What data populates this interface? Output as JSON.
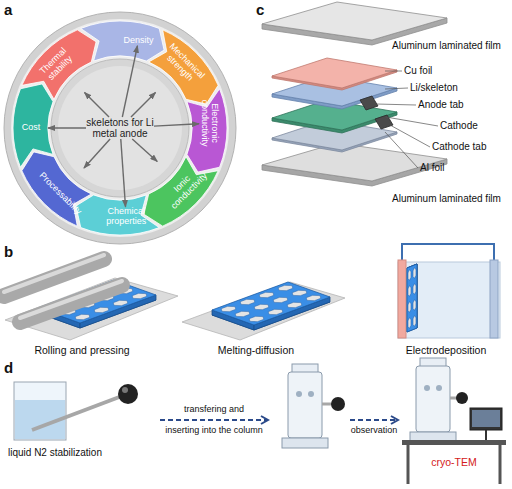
{
  "diagram": {
    "nodes": [
      {
        "text": [
          "skeletons for Li metal anode"
        ]
      },
      {
        "text": [
          "Density"
        ]
      },
      {
        "text": [
          "Mechanical strength"
        ]
      },
      {
        "text": [
          "Electronic conductivity"
        ]
      },
      {
        "text": [
          "Ionic conductivity"
        ]
      },
      {
        "text": [
          "Chemical properties"
        ]
      },
      {
        "text": [
          "Processability"
        ]
      },
      {
        "text": [
          "Cost"
        ]
      },
      {
        "text": [
          "Thermal stability"
        ]
      }
    ],
    "edges": [
      {
        "from": 0,
        "to": 1,
        "arrow": "to"
      },
      {
        "from": 0,
        "to": 2,
        "arrow": "to"
      },
      {
        "from": 0,
        "to": 3,
        "arrow": "to"
      },
      {
        "from": 0,
        "to": 4,
        "arrow": "to"
      },
      {
        "from": 0,
        "to": 5,
        "arrow": "to"
      },
      {
        "from": 0,
        "to": 6,
        "arrow": "to"
      },
      {
        "from": 0,
        "to": 7,
        "arrow": "to"
      },
      {
        "from": 0,
        "to": 8,
        "arrow": "to"
      }
    ],
    "labels": [
      "a",
      "c",
      "Aluminum laminated film",
      "Cu foil",
      "Li/skeleton",
      "Anode tab",
      "Cathode",
      "Cathode tab",
      "Al foil",
      "Aluminum laminated film",
      "b",
      "Rolling and pressing",
      "Melting-diffusion",
      "Electrodeposition",
      "d",
      "liquid N2 stabilization",
      "transfering and",
      "inserting into the column",
      "observation",
      "cryo-TEM"
    ]
  }
}
